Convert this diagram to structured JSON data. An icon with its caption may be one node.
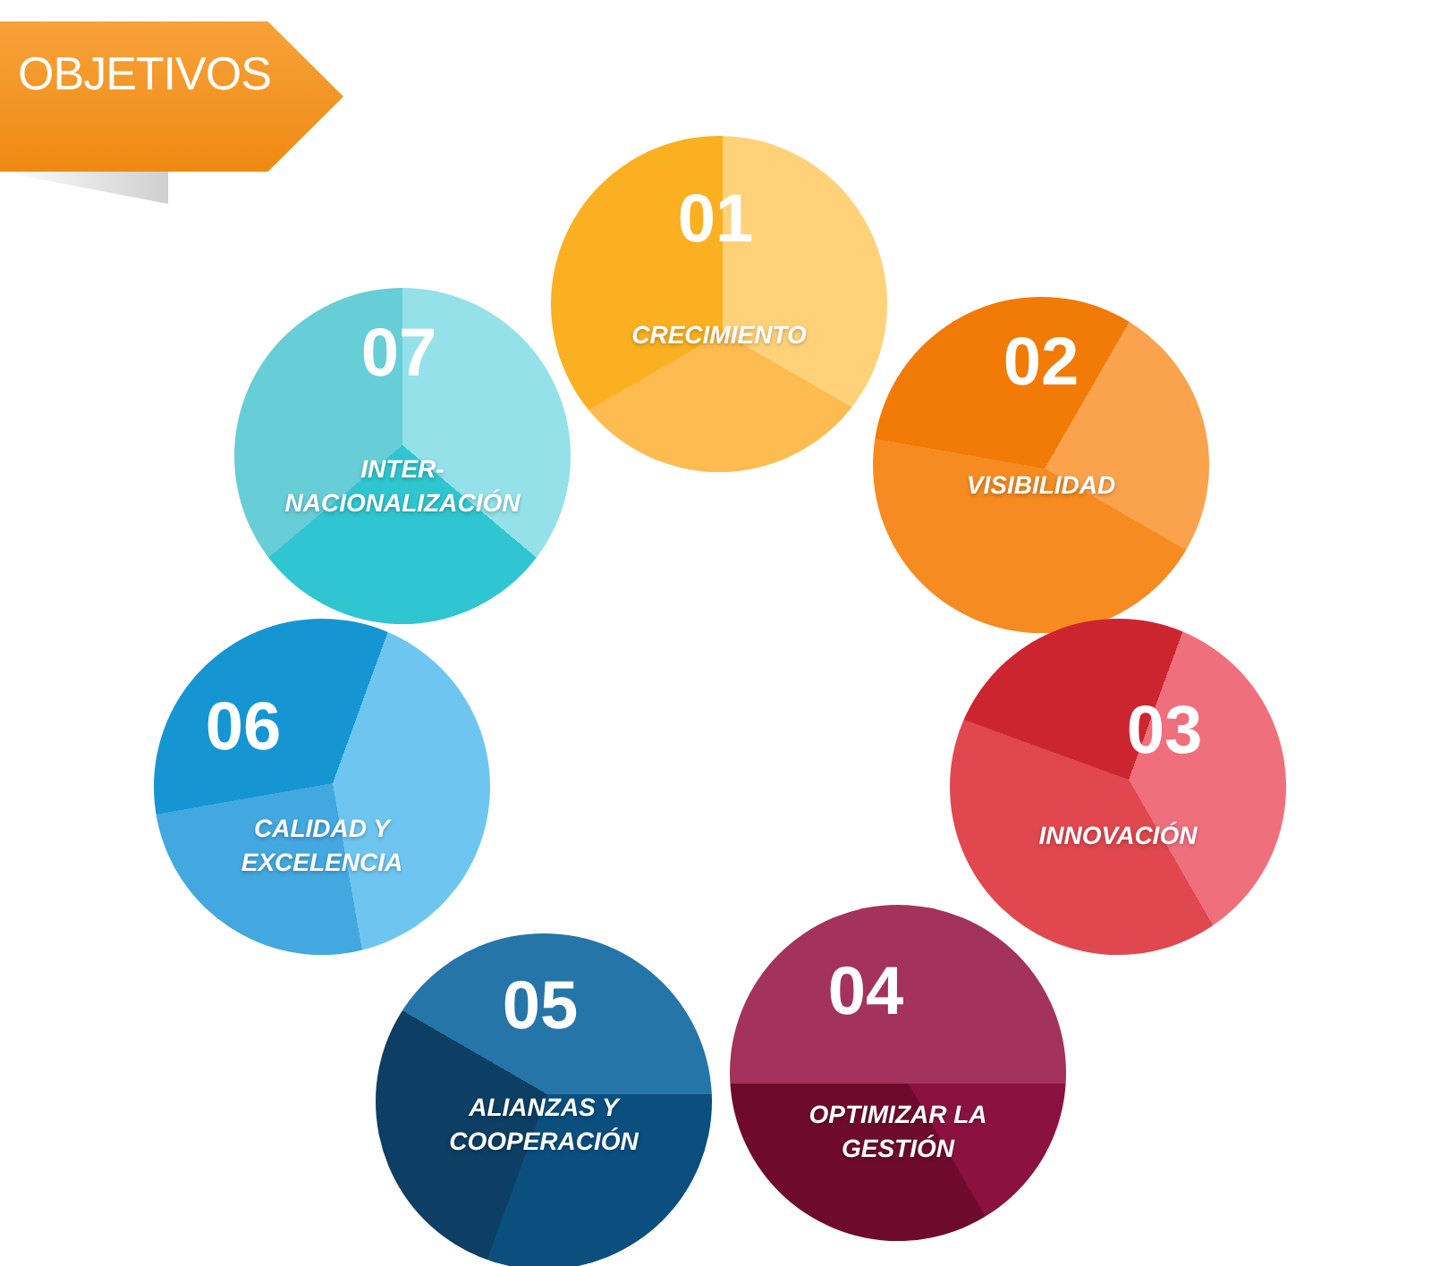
{
  "diagram": {
    "title": "OBJETIVOS",
    "nodes": [
      {
        "text": [
          "01",
          "CRECIMIENTO"
        ]
      },
      {
        "text": [
          "02",
          "VISIBILIDAD"
        ]
      },
      {
        "text": [
          "03",
          "INNOVACIÓN"
        ]
      },
      {
        "text": [
          "04",
          "OPTIMIZAR LA GESTIÓN"
        ]
      },
      {
        "text": [
          "05",
          "ALIANZAS Y COOPERACIÓN"
        ]
      },
      {
        "text": [
          "06",
          "CALIDAD Y EXCELENCIA"
        ]
      },
      {
        "text": [
          "07",
          "INTER- NACIONALIZACIÓN"
        ]
      }
    ]
  }
}
